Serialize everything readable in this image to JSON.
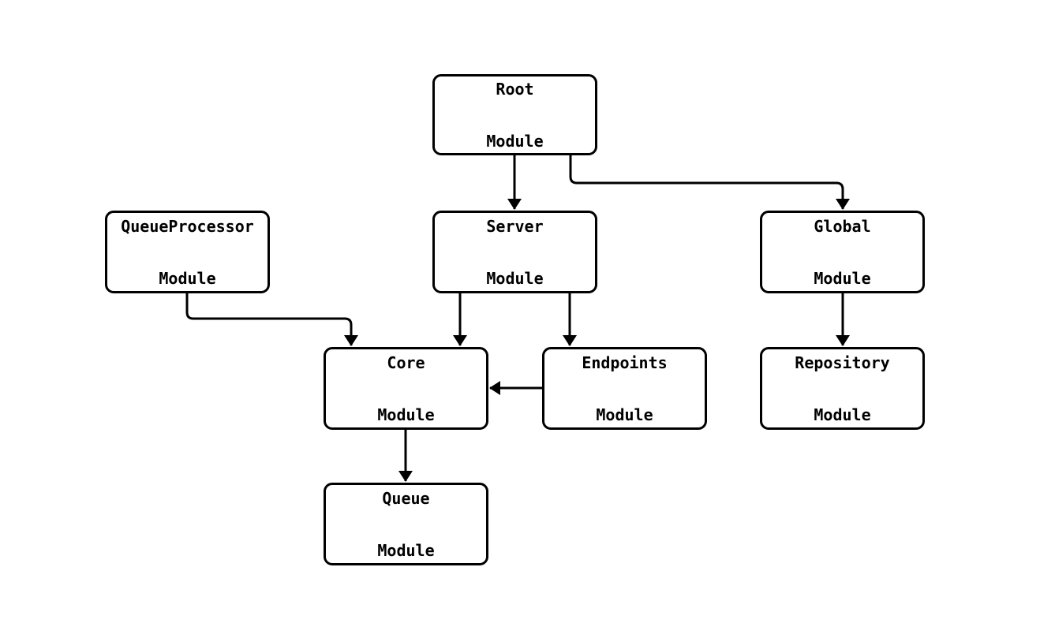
{
  "diagram": {
    "type": "module-dependency-diagram",
    "colors": {
      "background": "#ffffff",
      "node_fill": "#ffffff",
      "node_border": "#000000",
      "text": "#000000",
      "edge": "#000000"
    }
  },
  "nodes": {
    "root": {
      "line1": "Root",
      "line2": "Module"
    },
    "queueprocessor": {
      "line1": "QueueProcessor",
      "line2": "Module"
    },
    "server": {
      "line1": "Server",
      "line2": "Module"
    },
    "global": {
      "line1": "Global",
      "line2": "Module"
    },
    "core": {
      "line1": "Core",
      "line2": "Module"
    },
    "endpoints": {
      "line1": "Endpoints",
      "line2": "Module"
    },
    "repository": {
      "line1": "Repository",
      "line2": "Module"
    },
    "queue": {
      "line1": "Queue",
      "line2": "Module"
    }
  },
  "edges": [
    {
      "from": "Root Module",
      "to": "Server Module"
    },
    {
      "from": "Root Module",
      "to": "Global Module"
    },
    {
      "from": "QueueProcessor Module",
      "to": "Core Module"
    },
    {
      "from": "Server Module",
      "to": "Core Module"
    },
    {
      "from": "Server Module",
      "to": "Endpoints Module"
    },
    {
      "from": "Endpoints Module",
      "to": "Core Module"
    },
    {
      "from": "Global Module",
      "to": "Repository Module"
    },
    {
      "from": "Core Module",
      "to": "Queue Module"
    }
  ]
}
